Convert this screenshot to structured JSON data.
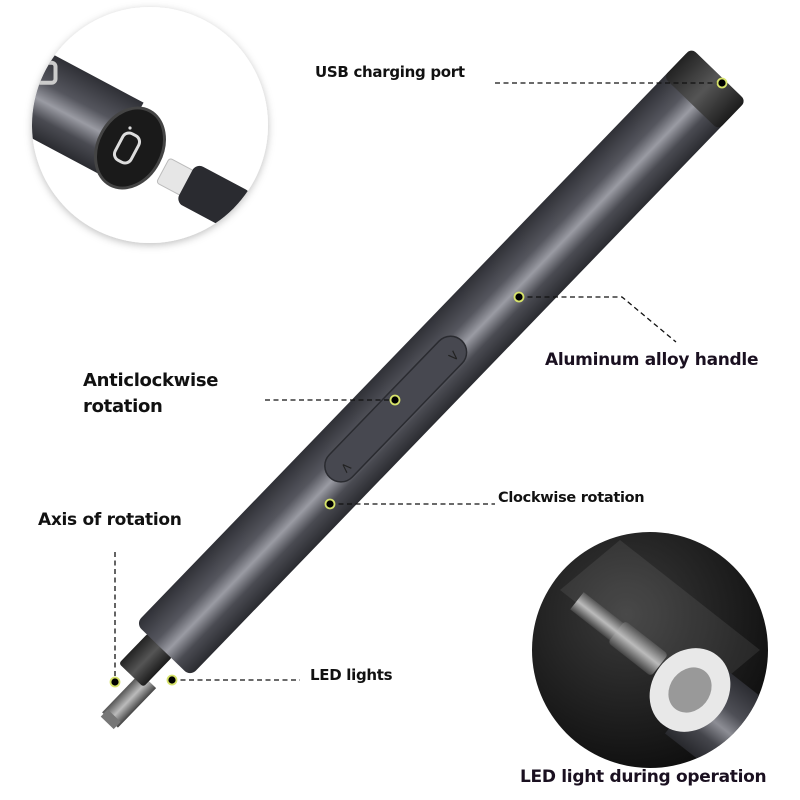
{
  "figure": {
    "subject": "Electric precision screwdriver pen",
    "callouts": [
      {
        "id": "usb",
        "label": "USB charging port"
      },
      {
        "id": "handle",
        "label": "Aluminum alloy handle"
      },
      {
        "id": "anticlockwise",
        "label": "Anticlockwise rotation"
      },
      {
        "id": "clockwise",
        "label": "Clockwise rotation"
      },
      {
        "id": "axis",
        "label": "Axis of rotation"
      },
      {
        "id": "led",
        "label": "LED lights"
      }
    ],
    "insets": [
      {
        "id": "usb-c-inset",
        "description": "USB-C port and connector close-up"
      },
      {
        "id": "led-inset",
        "label": "LED light during operation"
      }
    ],
    "button_glyphs": {
      "up": "^",
      "down": "v"
    }
  },
  "colors": {
    "body_dark": "#3a3b42",
    "body_light": "#8e8f98",
    "callout_dot_ring": "#d7e36a",
    "text": "#111111"
  }
}
